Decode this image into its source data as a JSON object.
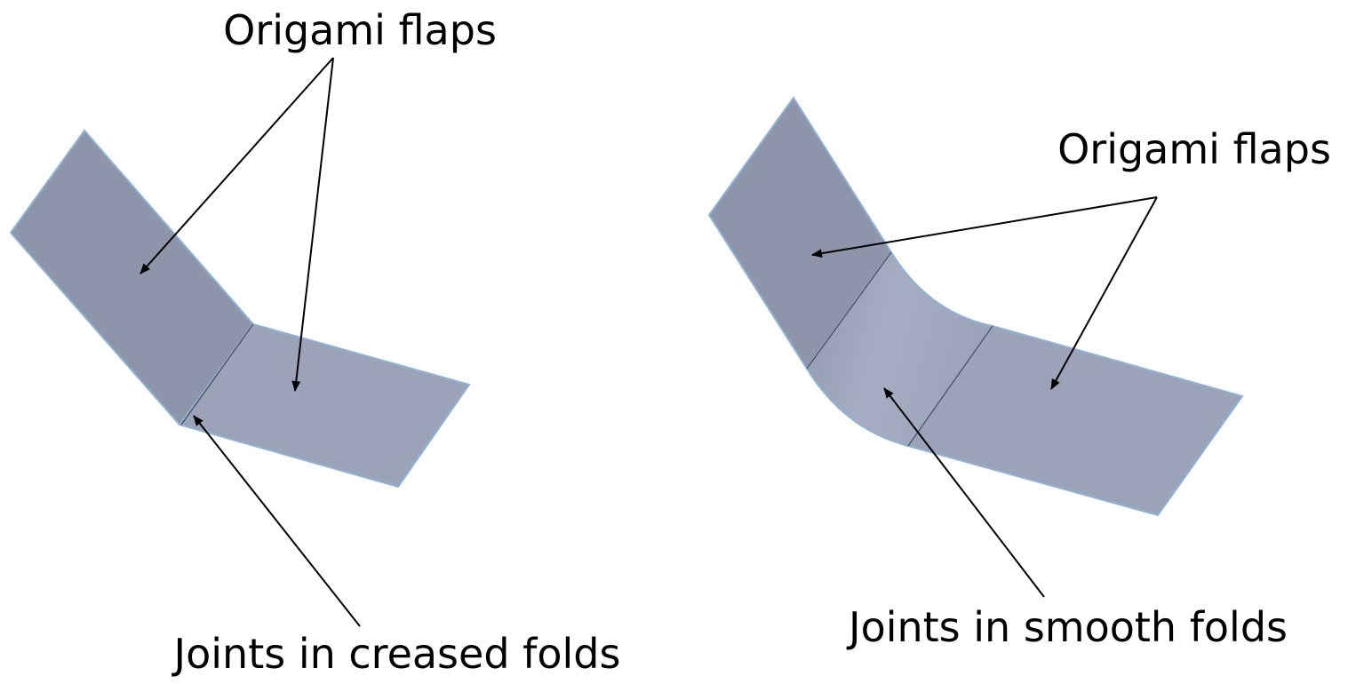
{
  "colors": {
    "flap_dark": "#8e95aa",
    "flap_light": "#9ca3b9",
    "flap_edge": "#8fb2d6",
    "bend_highlight": "#a7aec4",
    "arrow": "#000000",
    "text": "#000000"
  },
  "left_figure": {
    "flaps_label": "Origami flaps",
    "joint_label": "Joints in creased folds"
  },
  "right_figure": {
    "flaps_label": "Origami flaps",
    "joint_label": "Joints in smooth folds"
  }
}
